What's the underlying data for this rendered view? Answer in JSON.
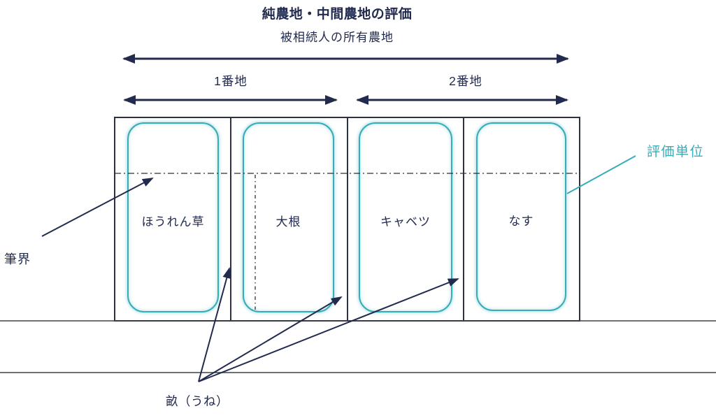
{
  "colors": {
    "navy": "#222b4e",
    "teal": "#35acb8",
    "frame": "#2c3142",
    "road": "#3f4146",
    "dash": "#2e2e2e"
  },
  "title": "純農地・中間農地の評価",
  "subtitle": "被相続人の所有農地",
  "lots": [
    {
      "label": "1番地"
    },
    {
      "label": "2番地"
    }
  ],
  "plots": [
    {
      "label": "ほうれん草"
    },
    {
      "label": "大根"
    },
    {
      "label": "キャベツ"
    },
    {
      "label": "なす"
    }
  ],
  "annotations": {
    "evaluation_unit": "評価単位",
    "parcel_boundary": "筆界",
    "ridge": "畝（うね）"
  }
}
